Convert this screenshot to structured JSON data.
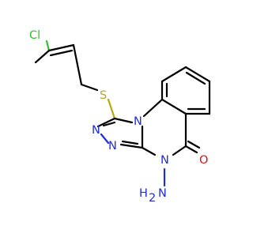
{
  "molecule": {
    "atoms": {
      "cl": "Cl",
      "s": "S",
      "n_ring_top": "N",
      "n_triazole_1": "N",
      "n_triazole_2": "N",
      "n_ring_bottom": "N",
      "o": "O",
      "nh2_h": "H",
      "nh2_n": "N"
    },
    "colors": {
      "bond": "#000000",
      "nitrogen": "#1f2de0",
      "oxygen": "#e00d0d",
      "sulfur": "#b5a816",
      "chlorine": "#2fc22f"
    }
  }
}
